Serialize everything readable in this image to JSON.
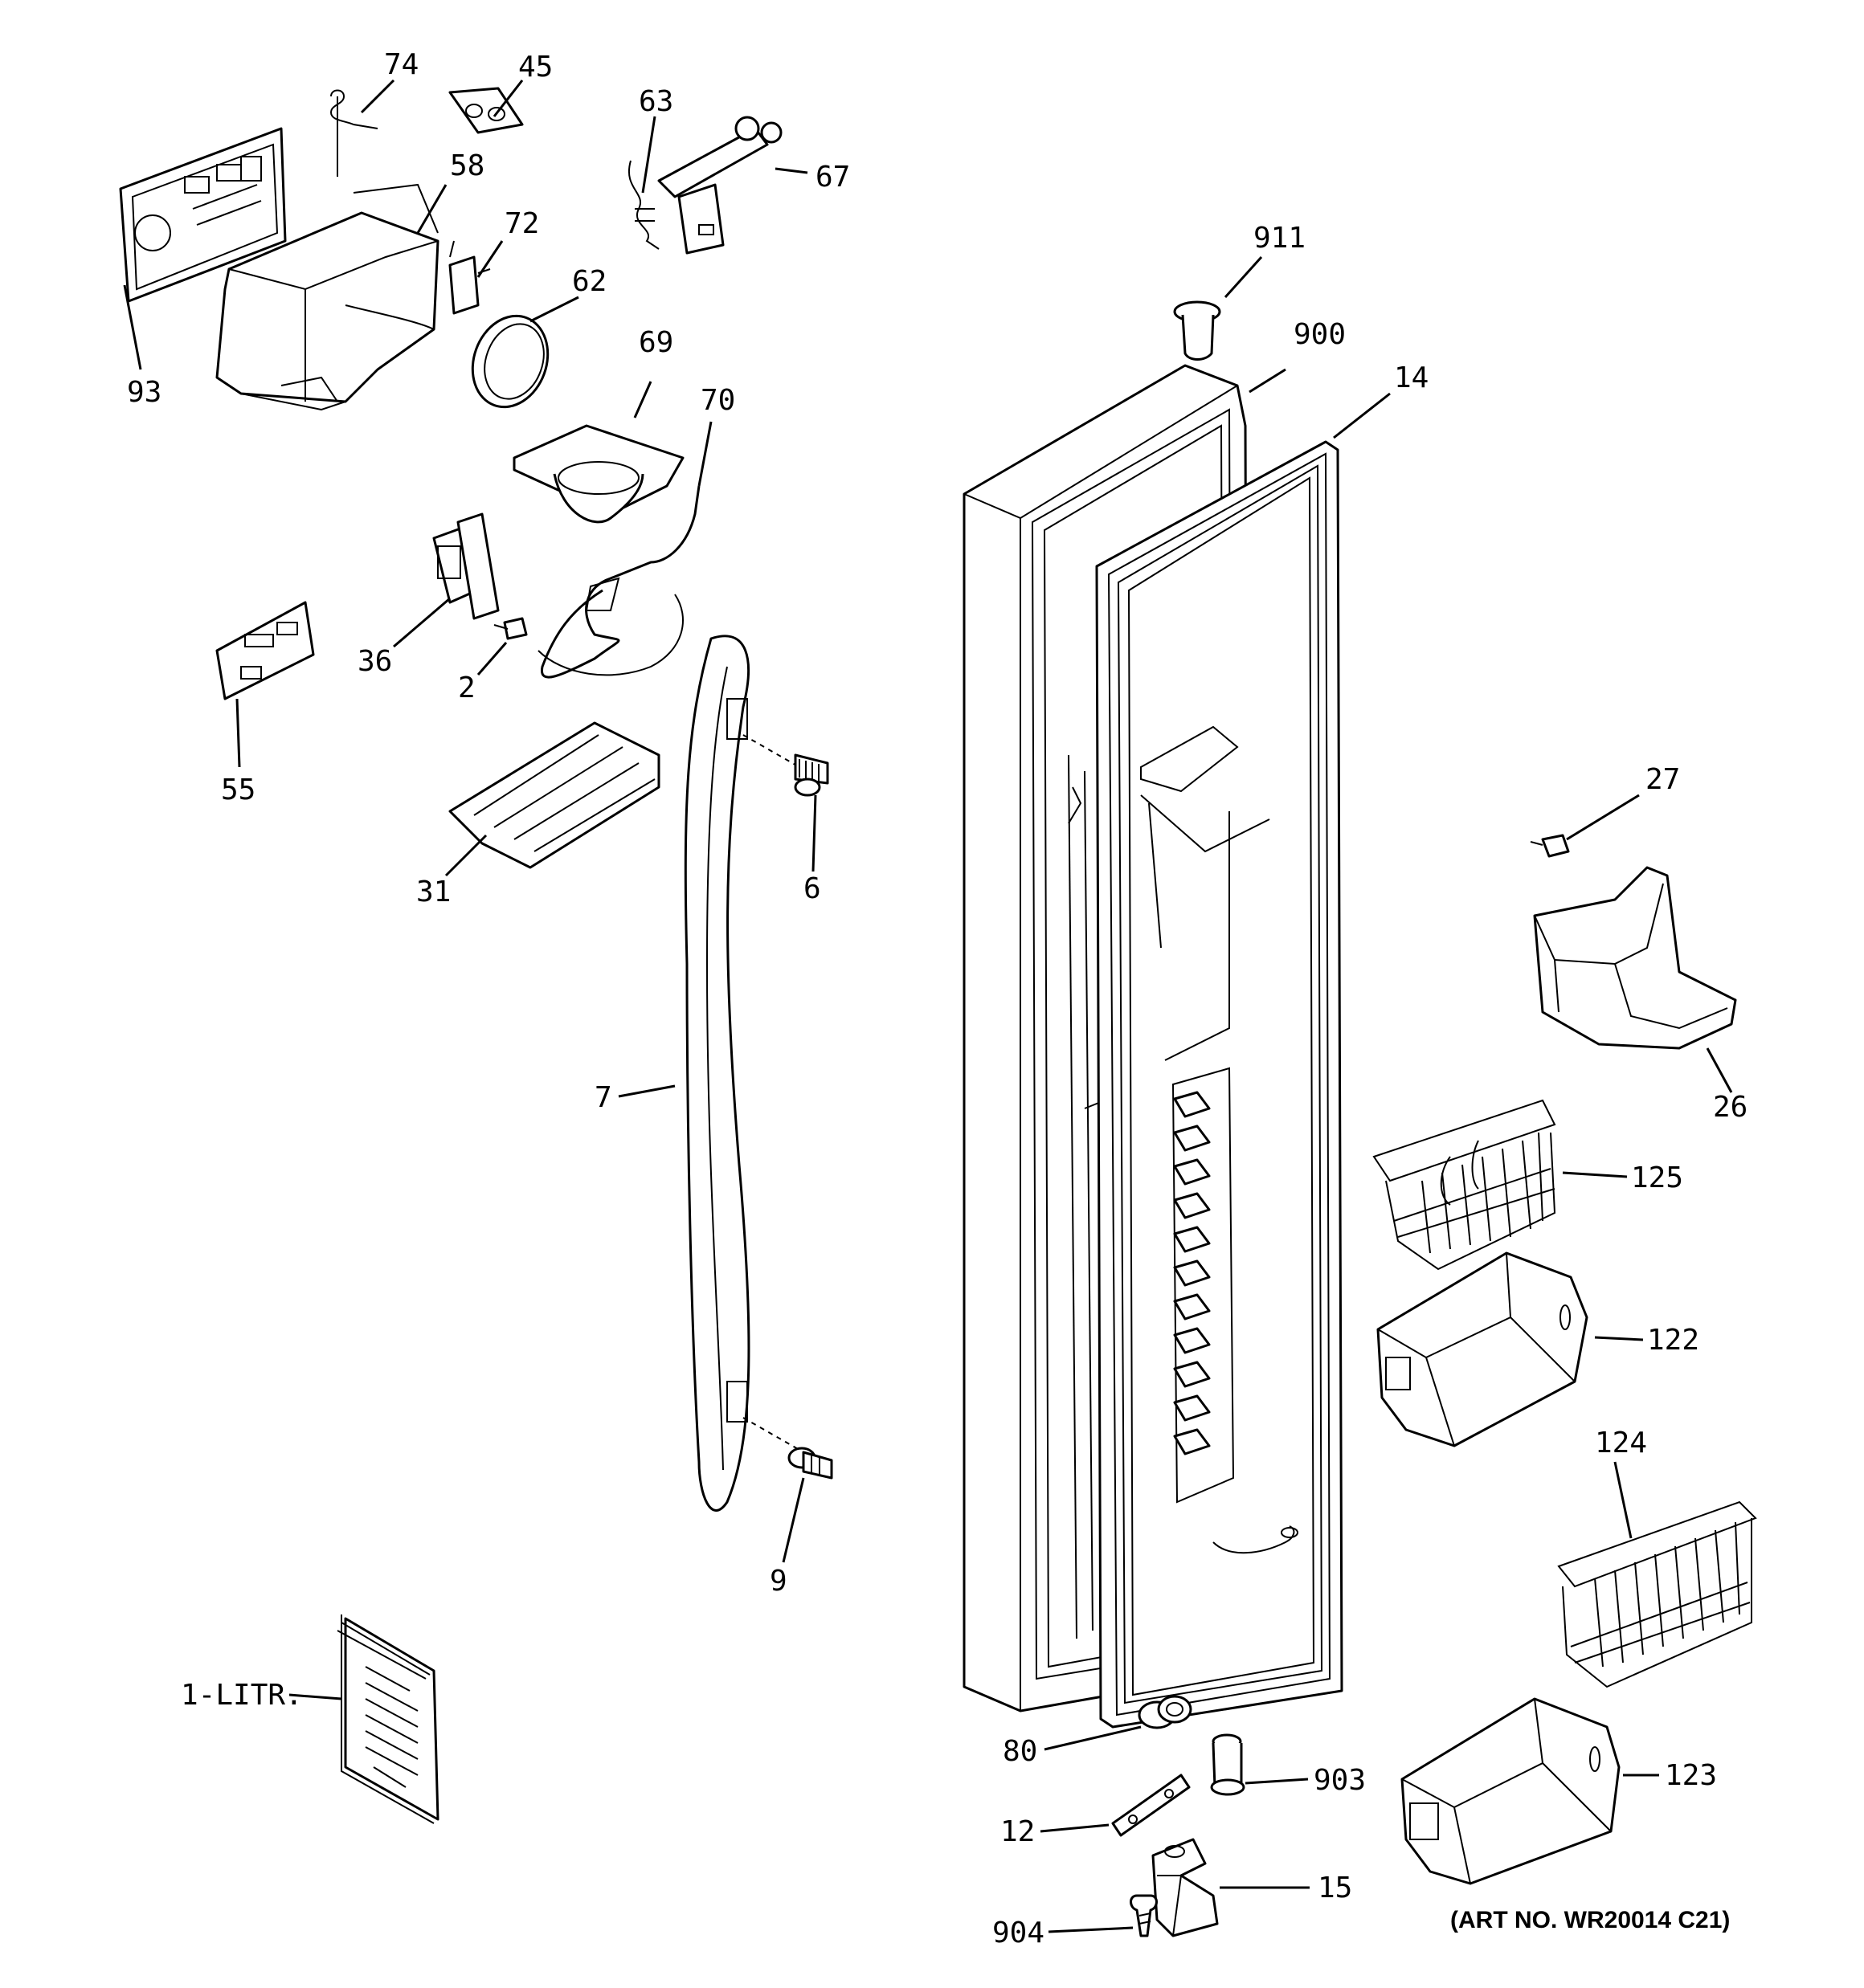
{
  "diagram": {
    "art_number": "(ART NO. WR20014 C21)",
    "callouts": [
      {
        "id": "c74",
        "text": "74"
      },
      {
        "id": "c45",
        "text": "45"
      },
      {
        "id": "c63",
        "text": "63"
      },
      {
        "id": "c67",
        "text": "67"
      },
      {
        "id": "c58",
        "text": "58"
      },
      {
        "id": "c72",
        "text": "72"
      },
      {
        "id": "c62",
        "text": "62"
      },
      {
        "id": "c93",
        "text": "93"
      },
      {
        "id": "c69",
        "text": "69"
      },
      {
        "id": "c70",
        "text": "70"
      },
      {
        "id": "c911",
        "text": "911"
      },
      {
        "id": "c900",
        "text": "900"
      },
      {
        "id": "c14",
        "text": "14"
      },
      {
        "id": "c36",
        "text": "36"
      },
      {
        "id": "c2",
        "text": "2"
      },
      {
        "id": "c55",
        "text": "55"
      },
      {
        "id": "c6",
        "text": "6"
      },
      {
        "id": "c31",
        "text": "31"
      },
      {
        "id": "c27",
        "text": "27"
      },
      {
        "id": "c26",
        "text": "26"
      },
      {
        "id": "c7",
        "text": "7"
      },
      {
        "id": "c125",
        "text": "125"
      },
      {
        "id": "c122",
        "text": "122"
      },
      {
        "id": "c124",
        "text": "124"
      },
      {
        "id": "c9",
        "text": "9"
      },
      {
        "id": "c1litr",
        "text": "1-LITR."
      },
      {
        "id": "c80",
        "text": "80"
      },
      {
        "id": "c903",
        "text": "903"
      },
      {
        "id": "c123",
        "text": "123"
      },
      {
        "id": "c12",
        "text": "12"
      },
      {
        "id": "c15",
        "text": "15"
      },
      {
        "id": "c904",
        "text": "904"
      }
    ]
  }
}
